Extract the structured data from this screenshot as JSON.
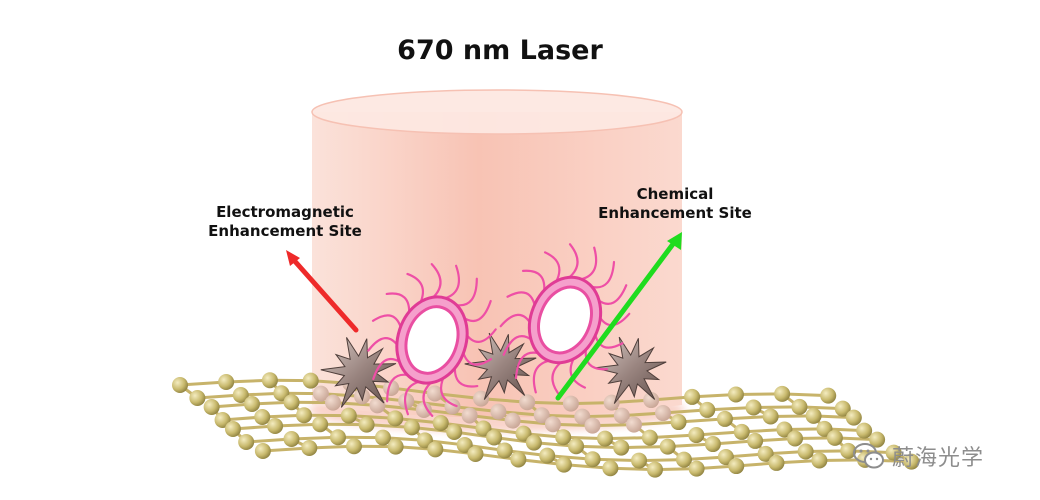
{
  "title": "670 nm Laser",
  "labels": {
    "electromagnetic_line1": "Electromagnetic",
    "electromagnetic_line2": "Enhancement Site",
    "chemical_line1": "Chemical",
    "chemical_line2": "Enhancement Site"
  },
  "watermark": {
    "text": "蔚海光学",
    "icon": "wechat-icon"
  },
  "colors": {
    "laser_beam": "#f9c8bb",
    "electromagnetic_arrow": "#ee2a2a",
    "chemical_arrow": "#1fdc1f",
    "bacteria": "#ee4fa6",
    "nanostar": "#9a8580",
    "graphene_atom": "#c9ba6e",
    "watermark": "#8d8d8d"
  }
}
